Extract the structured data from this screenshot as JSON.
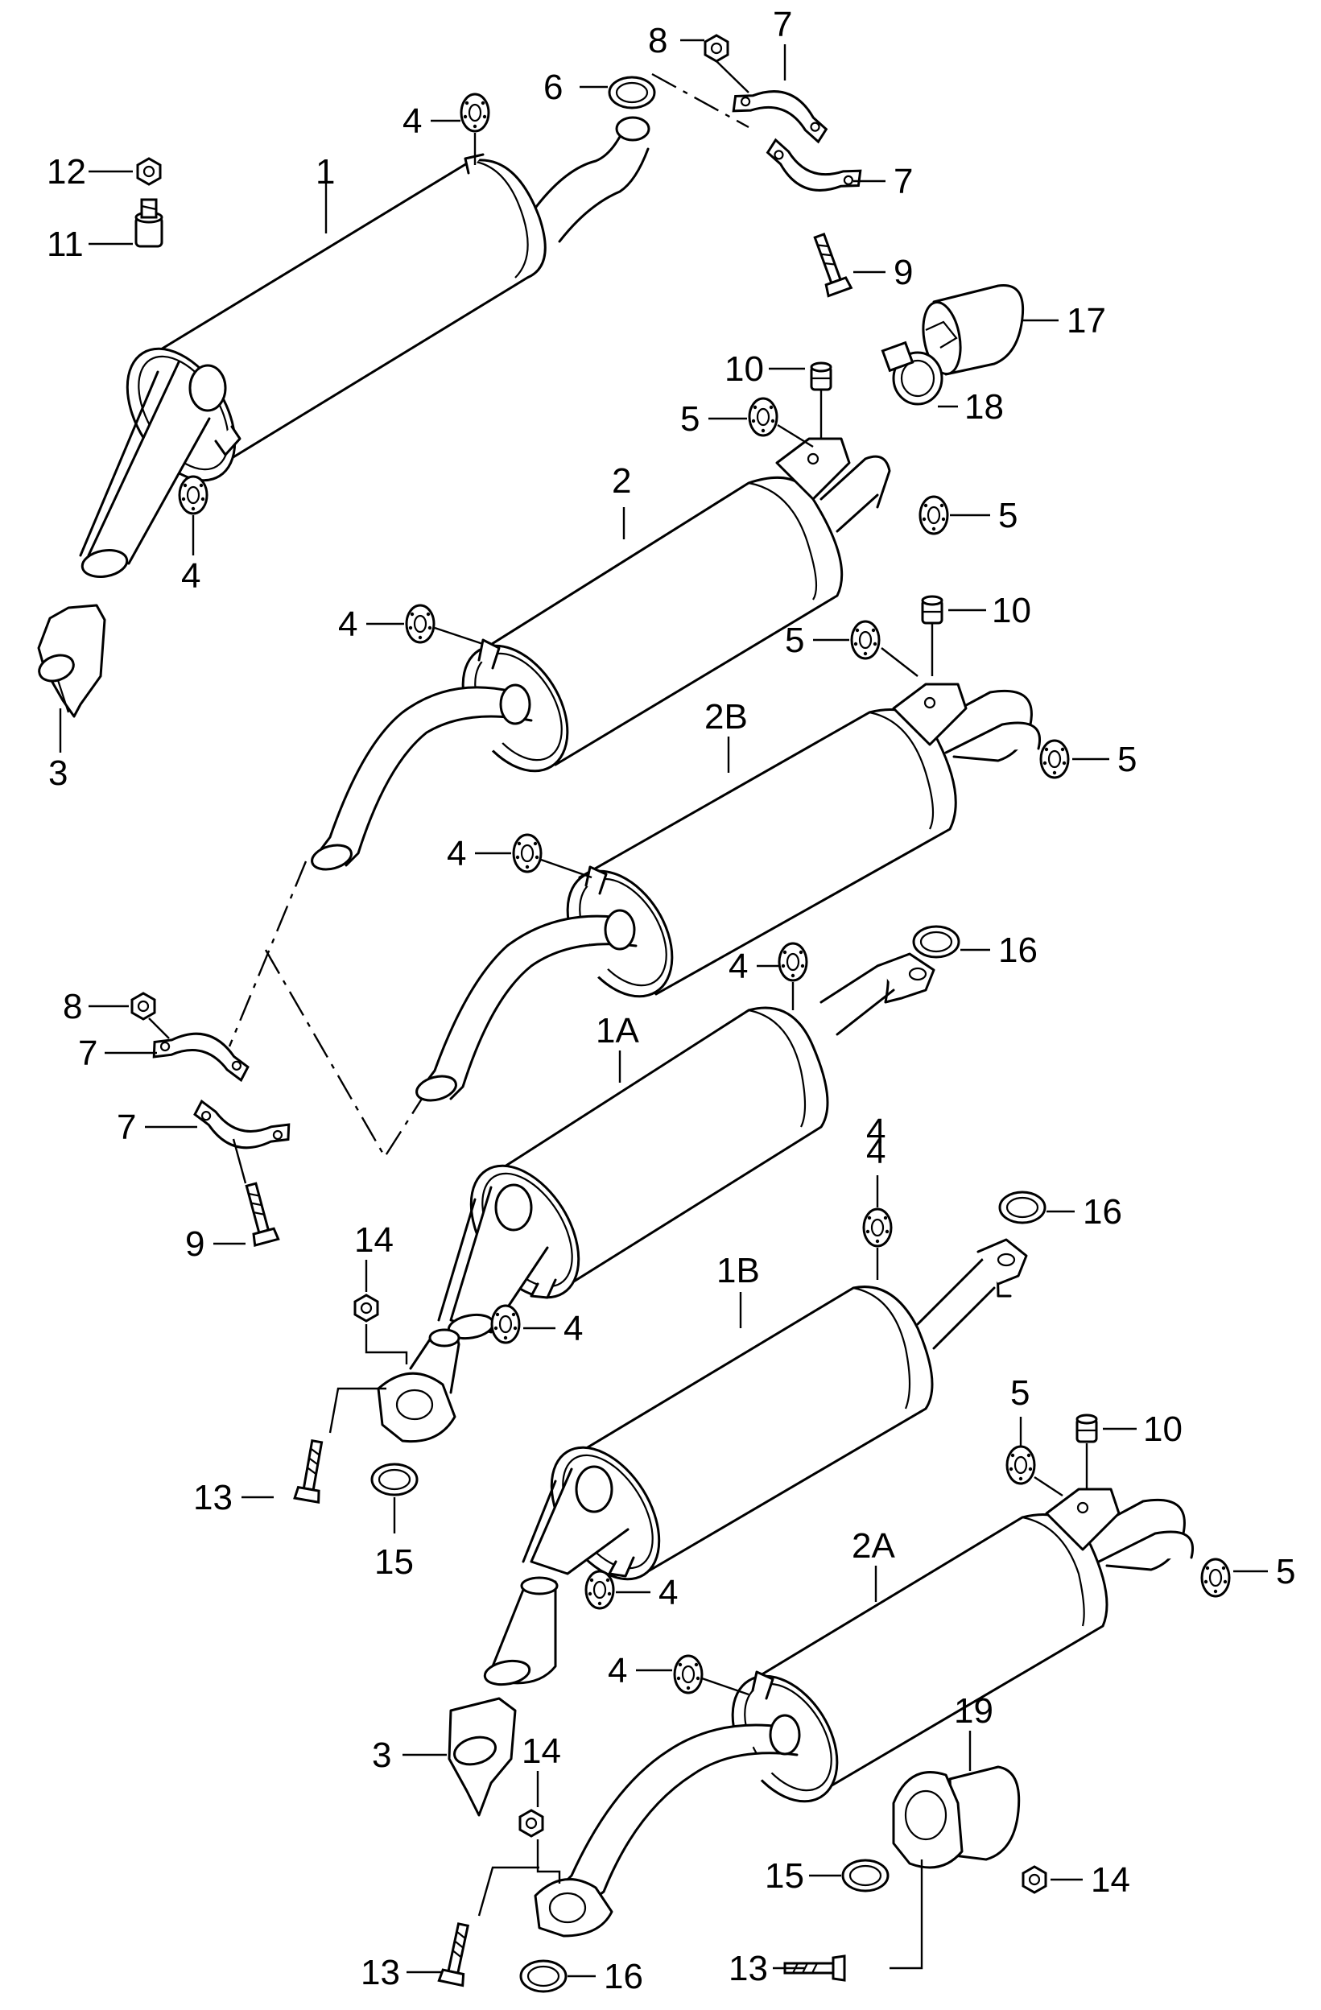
{
  "callouts": [
    {
      "id": "c1",
      "text": "1"
    },
    {
      "id": "c2",
      "text": "2"
    },
    {
      "id": "c1A",
      "text": "1A"
    },
    {
      "id": "c1B",
      "text": "1B"
    },
    {
      "id": "c2A",
      "text": "2A"
    },
    {
      "id": "c2B",
      "text": "2B"
    },
    {
      "id": "c3a",
      "text": "3"
    },
    {
      "id": "c3b",
      "text": "3"
    },
    {
      "id": "c4a",
      "text": "4"
    },
    {
      "id": "c4b",
      "text": "4"
    },
    {
      "id": "c4c",
      "text": "4"
    },
    {
      "id": "c4d",
      "text": "4"
    },
    {
      "id": "c4e",
      "text": "4"
    },
    {
      "id": "c4f",
      "text": "4"
    },
    {
      "id": "c4g",
      "text": "4"
    },
    {
      "id": "c4h",
      "text": "4"
    },
    {
      "id": "c4i",
      "text": "4"
    },
    {
      "id": "c4j",
      "text": "4"
    },
    {
      "id": "c5a",
      "text": "5"
    },
    {
      "id": "c5b",
      "text": "5"
    },
    {
      "id": "c5c",
      "text": "5"
    },
    {
      "id": "c5d",
      "text": "5"
    },
    {
      "id": "c5e",
      "text": "5"
    },
    {
      "id": "c5f",
      "text": "5"
    },
    {
      "id": "c6",
      "text": "6"
    },
    {
      "id": "c7a",
      "text": "7"
    },
    {
      "id": "c7b",
      "text": "7"
    },
    {
      "id": "c7c",
      "text": "7"
    },
    {
      "id": "c7d",
      "text": "7"
    },
    {
      "id": "c8a",
      "text": "8"
    },
    {
      "id": "c8b",
      "text": "8"
    },
    {
      "id": "c9a",
      "text": "9"
    },
    {
      "id": "c9b",
      "text": "9"
    },
    {
      "id": "c10a",
      "text": "10"
    },
    {
      "id": "c10b",
      "text": "10"
    },
    {
      "id": "c10c",
      "text": "10"
    },
    {
      "id": "c11",
      "text": "11"
    },
    {
      "id": "c12",
      "text": "12"
    },
    {
      "id": "c13a",
      "text": "13"
    },
    {
      "id": "c13b",
      "text": "13"
    },
    {
      "id": "c13c",
      "text": "13"
    },
    {
      "id": "c14a",
      "text": "14"
    },
    {
      "id": "c14b",
      "text": "14"
    },
    {
      "id": "c14c",
      "text": "14"
    },
    {
      "id": "c15a",
      "text": "15"
    },
    {
      "id": "c15b",
      "text": "15"
    },
    {
      "id": "c16a",
      "text": "16"
    },
    {
      "id": "c16b",
      "text": "16"
    },
    {
      "id": "c16c",
      "text": "16"
    },
    {
      "id": "c17",
      "text": "17"
    },
    {
      "id": "c18",
      "text": "18"
    },
    {
      "id": "c19",
      "text": "19"
    }
  ]
}
